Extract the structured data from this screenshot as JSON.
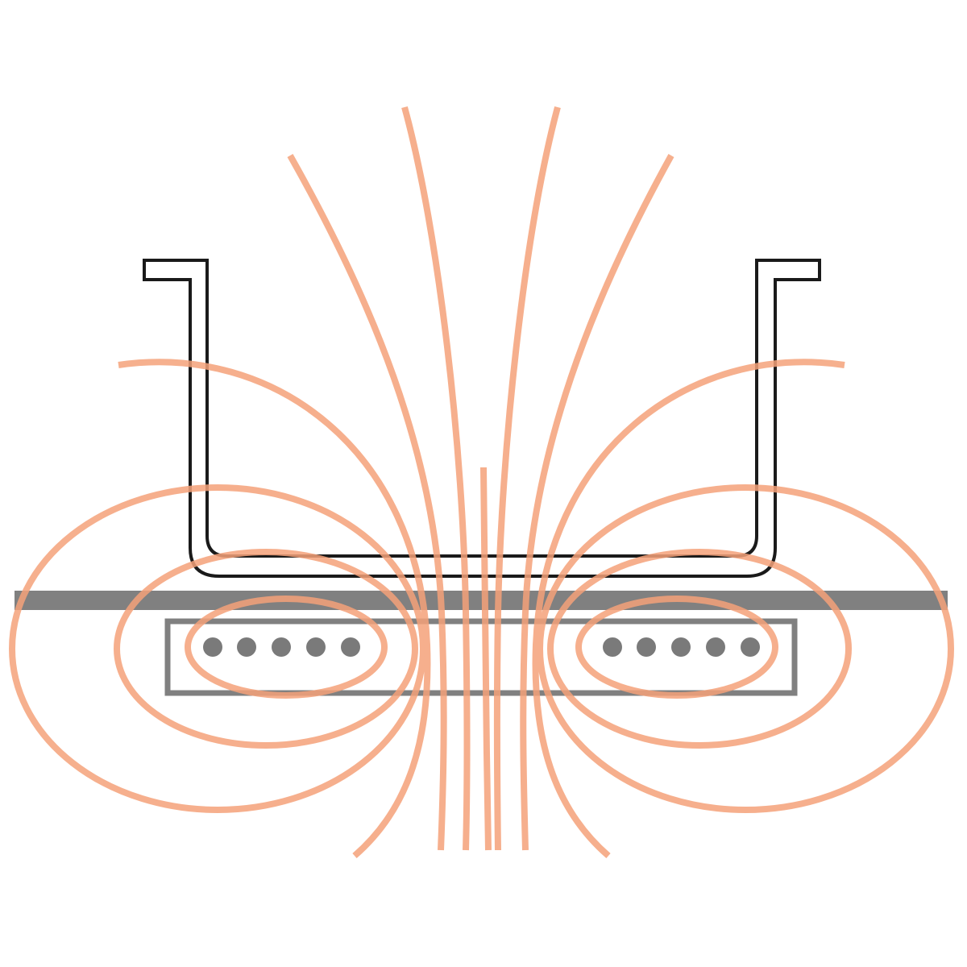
{
  "diagram": {
    "colors": {
      "background": "#ffffff",
      "field_line": "#f5a27a",
      "cooktop_glass": "#808080",
      "coil_housing": "#808080",
      "coil_winding": "#7a7a7a",
      "pan_outline": "#1a1a1a"
    },
    "elements": {
      "pan": "cooking-pan-outline",
      "cooktop": "cooktop-glass-surface",
      "coil": "induction-coil",
      "field": "magnetic-field-lines"
    }
  }
}
